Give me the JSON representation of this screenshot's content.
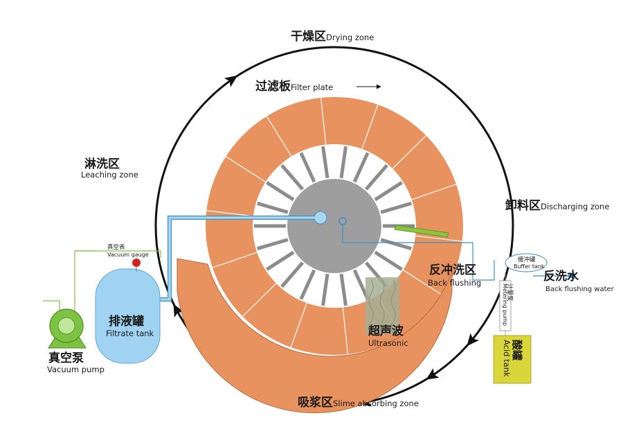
{
  "zones": {
    "drying": {
      "zh": "干燥区",
      "en": "Drying zone"
    },
    "filter_plate": {
      "zh": "过滤板",
      "en": "Filter plate"
    },
    "leaching": {
      "zh": "淋洗区",
      "en": "Leaching zone"
    },
    "discharging": {
      "zh": "卸料区",
      "en": "Discharging zone"
    },
    "slime": {
      "zh": "吸浆区",
      "en": "Slime absorbing zone"
    }
  },
  "equipment": {
    "back_flushing": {
      "zh": "反冲洗区",
      "en": "Back flushing"
    },
    "back_flushing_water": {
      "zh": "反洗水",
      "en": "Back flushing water"
    },
    "buffer_tank": {
      "zh": "缓冲罐",
      "en": "Buffer tank"
    },
    "metering_pump": {
      "zh": "计量泵",
      "en": "Metering pump"
    },
    "acid_tank": {
      "zh": "酸罐",
      "en": "Acid tank"
    },
    "ultrasonic": {
      "zh": "超声波",
      "en": "Ultrasonic"
    },
    "filtrate_tank": {
      "zh": "排液罐",
      "en": "Filtrate tank"
    },
    "vacuum_gauge": {
      "zh": "真空表",
      "en": "Vacuum gauge"
    },
    "vacuum_pump": {
      "zh": "真空泵",
      "en": "Vacuum pump"
    }
  },
  "colors": {
    "plate": "#e8935f",
    "plate_edge": "#ffffff",
    "hub": "#9e9e9e",
    "pipe": "#a9d7f0",
    "pipe_edge": "#3b8fc7",
    "tank": "#9fd3f1",
    "pump": "#7dc242",
    "acid_tank": "#d8d63a",
    "vacuum_line": "#7dc242",
    "gauge": "#d32020",
    "scraper": "#8cc63f",
    "ultrasonic": "#a6ae94"
  },
  "icons": [
    "rotation-arrow-icon",
    "direction-arrow-icon",
    "vacuum-gauge-icon",
    "vacuum-pump-icon"
  ]
}
